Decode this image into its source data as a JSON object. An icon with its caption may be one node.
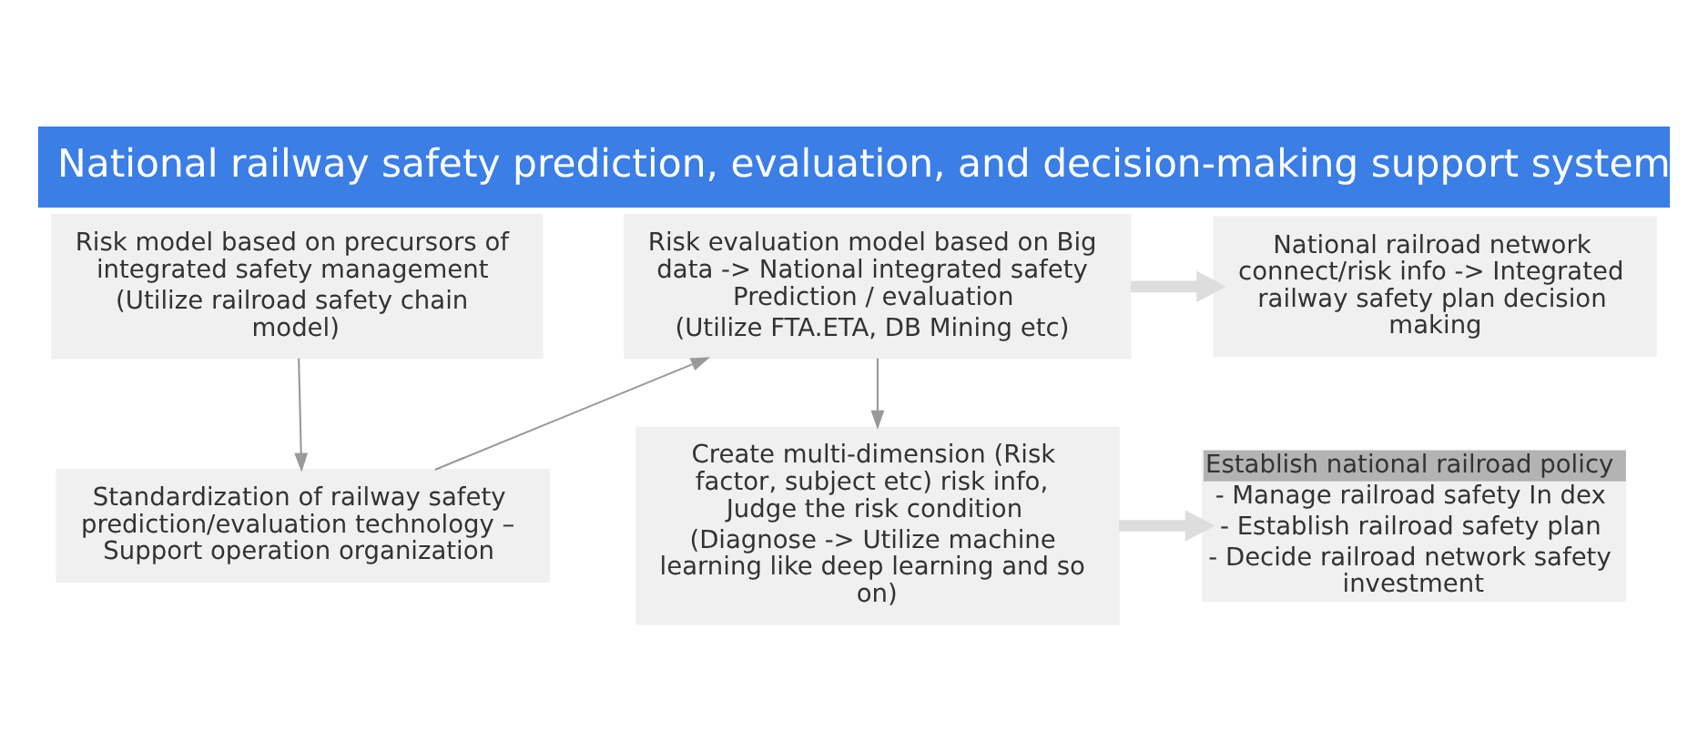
{
  "diagram": {
    "title": "National railway safety prediction, evaluation, and decision-making support system",
    "nodes": [
      {
        "text": [
          "Risk model based on precursors of integrated safety management",
          "(Utilize railroad safety chain model)"
        ]
      },
      {
        "text": [
          "Standardization of railway safety prediction/evaluation technology – Support operation organization"
        ]
      },
      {
        "text": [
          "Risk evaluation model based on Big data -> National integrated safety Prediction / evaluation",
          "(Utilize FTA.ETA, DB Mining etc)"
        ]
      },
      {
        "text": [
          "Create multi-dimension (Risk factor, subject etc) risk info, Judge the risk condition",
          "(Diagnose -> Utilize machine learning like deep learning and so on)"
        ]
      },
      {
        "text": [
          "National railroad network connect/risk info -> Integrated railway safety plan decision making"
        ]
      },
      {
        "text": [
          "Establish national railroad policy",
          "- Manage railroad safety In dex",
          "- Establish railroad safety plan",
          "- Decide railroad network safety investment"
        ]
      }
    ],
    "edges": [
      {
        "from": 0,
        "to": 1,
        "arrow": "to"
      },
      {
        "from": 1,
        "to": 2,
        "arrow": "to"
      },
      {
        "from": 2,
        "to": 3,
        "arrow": "to"
      },
      {
        "from": 2,
        "to": 4,
        "arrow": "to",
        "style": "thick"
      },
      {
        "from": 3,
        "to": 5,
        "arrow": "to",
        "style": "thick"
      }
    ]
  }
}
